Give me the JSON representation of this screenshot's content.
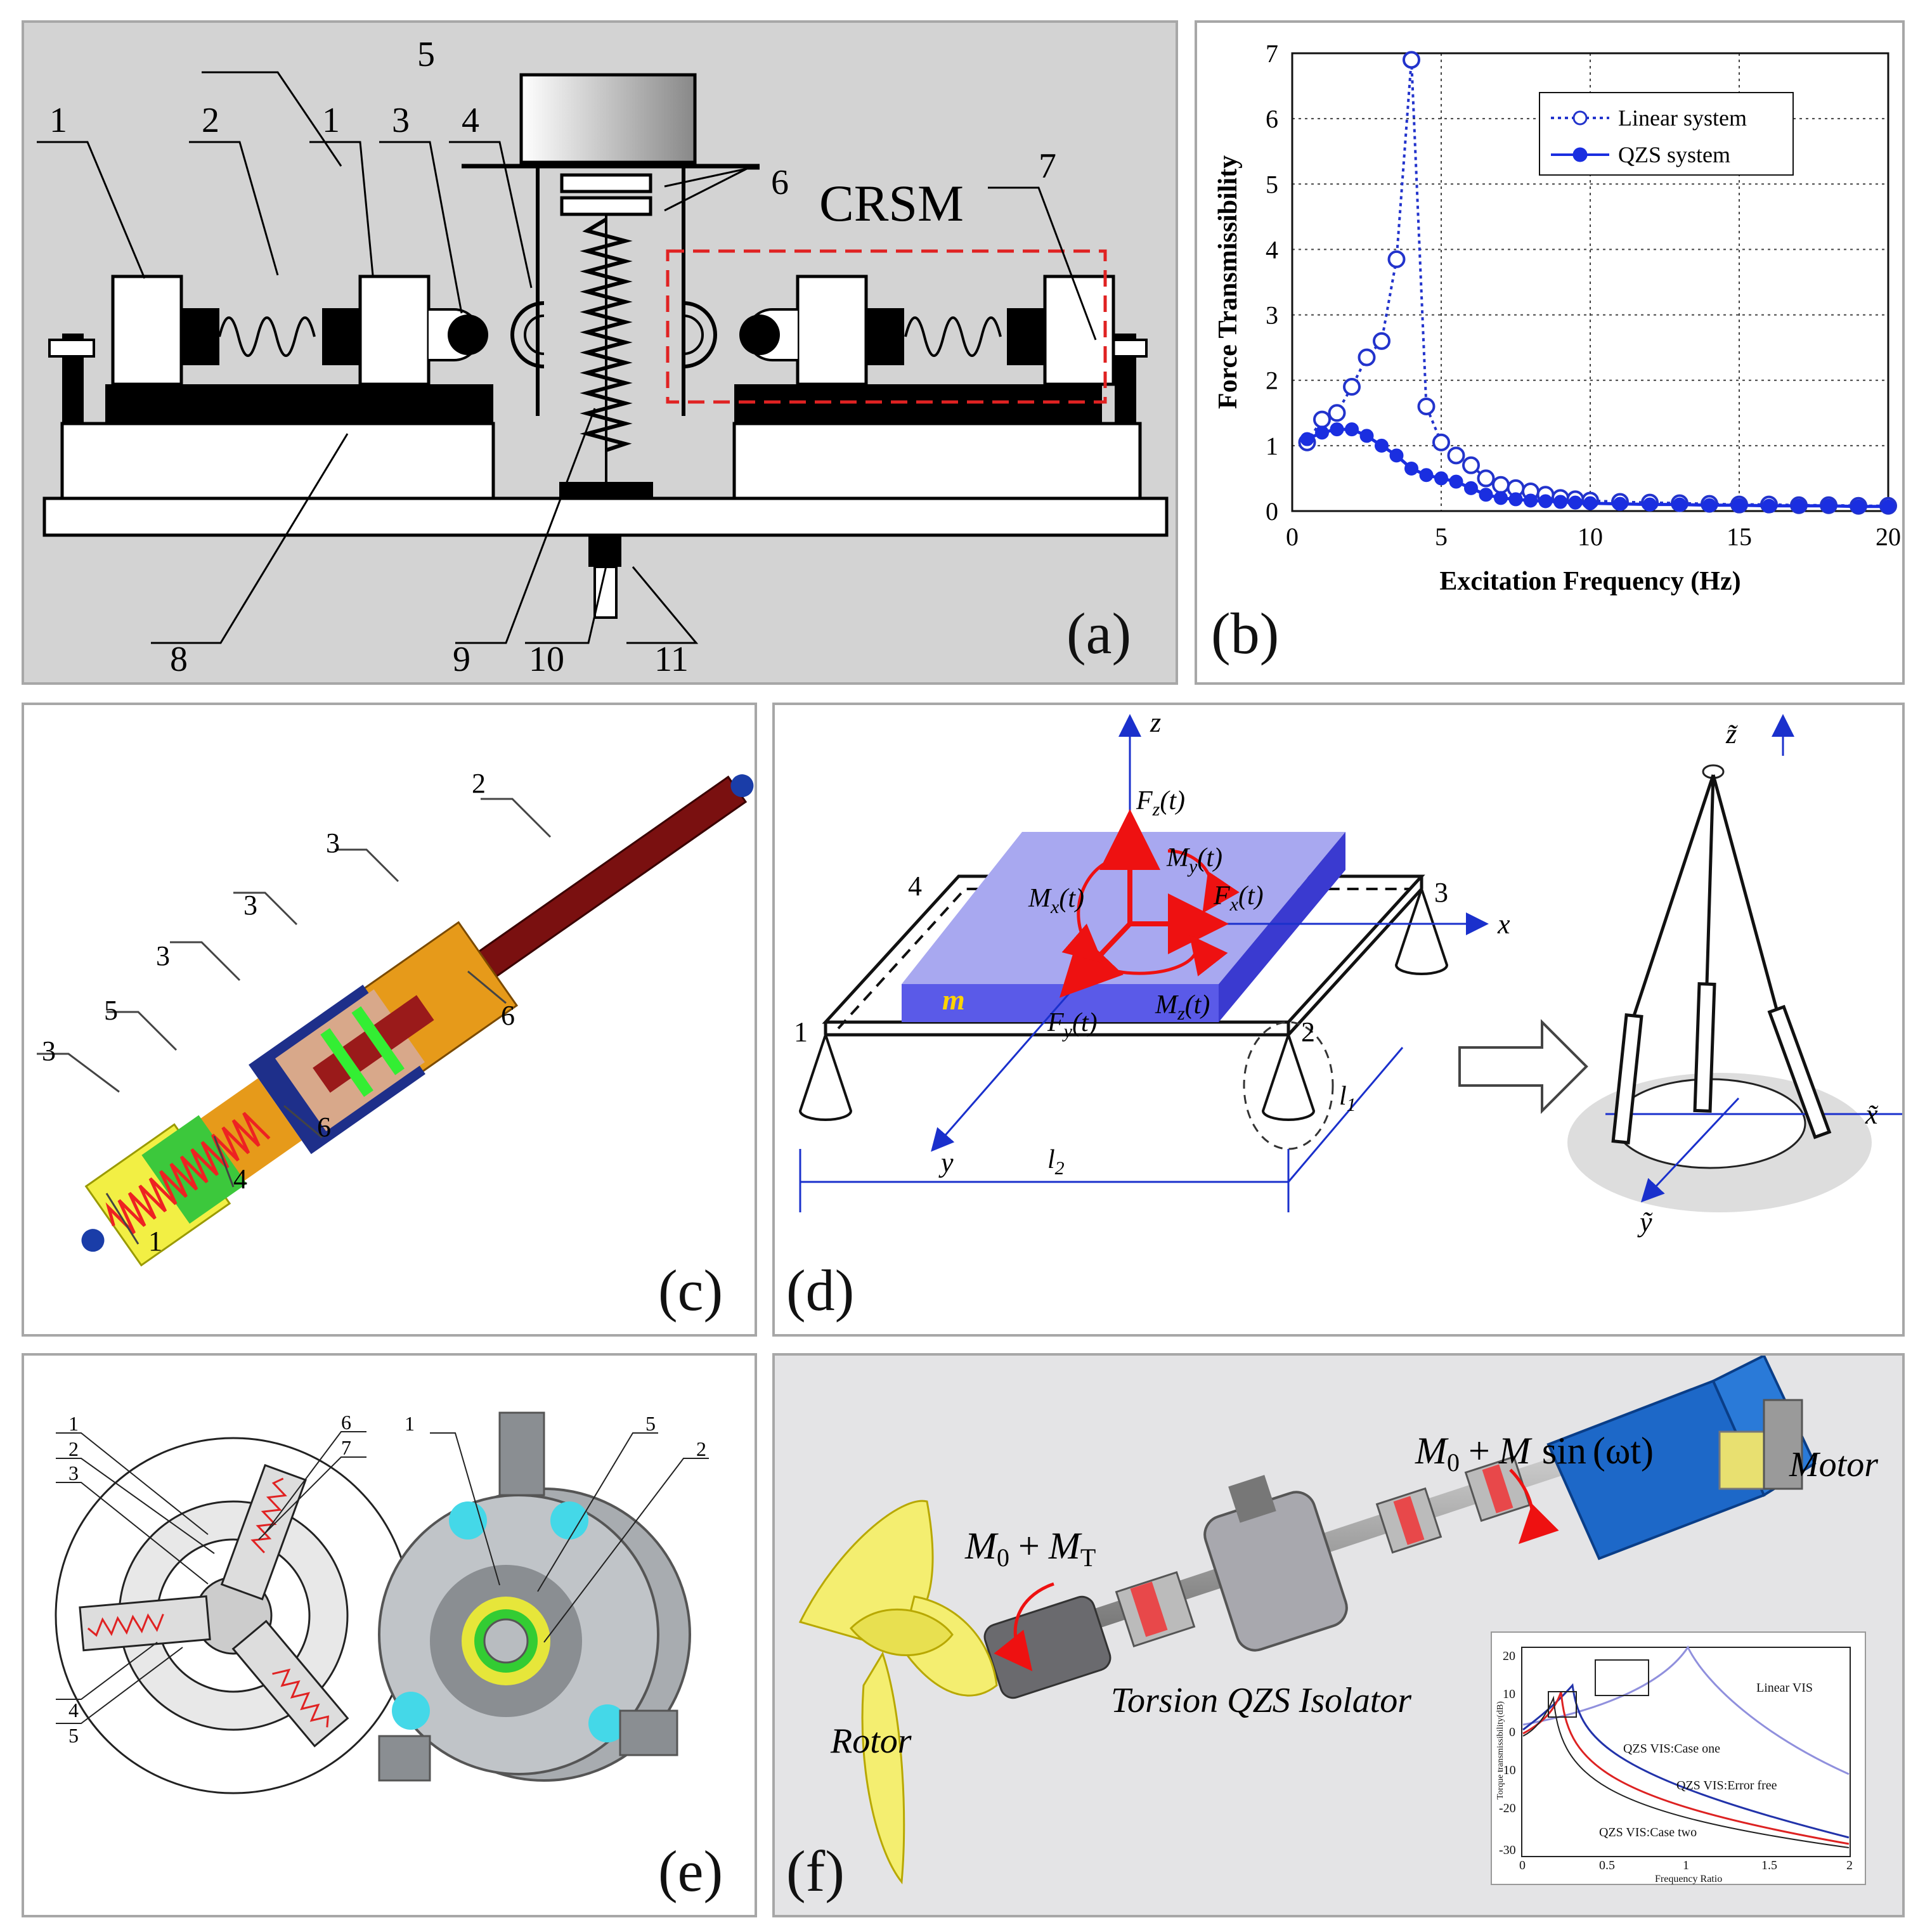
{
  "panels": {
    "a": {
      "label": "(a)",
      "callouts": [
        "1",
        "2",
        "1",
        "3",
        "4",
        "5",
        "6",
        "7",
        "8",
        "9",
        "10",
        "11"
      ],
      "crsm": "CRSM"
    },
    "b": {
      "label": "(b)",
      "chart_data": {
        "type": "line",
        "xlabel": "Excitation Frequency (Hz)",
        "ylabel": "Force Transmissibility",
        "xlim": [
          0,
          20
        ],
        "ylim": [
          0,
          7
        ],
        "xticks": [
          "0",
          "5",
          "10",
          "15",
          "20"
        ],
        "yticks": [
          "0",
          "1",
          "2",
          "3",
          "4",
          "5",
          "6",
          "7"
        ],
        "grid": true,
        "legend_position": "top-right",
        "series": [
          {
            "name": "Linear system",
            "color": "#2233cc",
            "x": [
              0.5,
              1,
              1.5,
              2,
              2.5,
              3,
              3.5,
              4,
              4.5,
              5,
              5.5,
              6,
              6.5,
              7,
              7.5,
              8,
              8.5,
              9,
              9.5,
              10,
              11,
              12,
              13,
              14,
              15,
              16,
              17,
              18,
              19,
              20
            ],
            "y": [
              1.05,
              1.4,
              1.5,
              1.9,
              2.35,
              2.6,
              3.85,
              6.9,
              1.6,
              1.05,
              0.85,
              0.7,
              0.5,
              0.4,
              0.35,
              0.3,
              0.25,
              0.2,
              0.18,
              0.16,
              0.14,
              0.13,
              0.12,
              0.11,
              0.1,
              0.1,
              0.09,
              0.09,
              0.08,
              0.08
            ]
          },
          {
            "name": "QZS system",
            "color": "#1a2ee0",
            "x": [
              0.5,
              1,
              1.5,
              2,
              2.5,
              3,
              3.5,
              4,
              4.5,
              5,
              5.5,
              6,
              6.5,
              7,
              7.5,
              8,
              8.5,
              9,
              9.5,
              10,
              11,
              12,
              13,
              14,
              15,
              16,
              17,
              18,
              19,
              20
            ],
            "y": [
              1.1,
              1.2,
              1.25,
              1.25,
              1.15,
              1.0,
              0.85,
              0.65,
              0.55,
              0.5,
              0.45,
              0.35,
              0.25,
              0.2,
              0.18,
              0.16,
              0.15,
              0.14,
              0.13,
              0.12,
              0.11,
              0.1,
              0.1,
              0.09,
              0.09,
              0.08,
              0.08,
              0.08,
              0.07,
              0.07
            ]
          }
        ]
      }
    },
    "c": {
      "label": "(c)",
      "callouts": [
        "2",
        "3",
        "3",
        "3",
        "3",
        "5",
        "6",
        "6",
        "4",
        "1"
      ]
    },
    "d": {
      "label": "(d)",
      "forces": [
        "F",
        "(t)",
        "M",
        "(t)",
        "M",
        "(t)",
        "F",
        "(t)",
        "M",
        "(t)",
        "F",
        "(t)"
      ],
      "force_subs": [
        "z",
        "y",
        "x",
        "x",
        "z",
        "y"
      ],
      "mass": "m",
      "axes": [
        "z",
        "x",
        "y"
      ],
      "corners": [
        "1",
        "2",
        "3",
        "4"
      ],
      "dims": [
        "l",
        "l"
      ],
      "dim_subs": [
        "1",
        "2"
      ],
      "tilde_axes": [
        "z̃",
        "x̃",
        "ỹ"
      ]
    },
    "e": {
      "label": "(e)",
      "callouts_left": [
        "1",
        "2",
        "3",
        "4",
        "5",
        "6",
        "7"
      ],
      "callouts_right": [
        "1",
        "5",
        "2"
      ]
    },
    "f": {
      "label": "(f)",
      "motor": "Motor",
      "rotor": "Rotor",
      "isolator": "Torsion QZS Isolator",
      "m0": "M",
      "sub0": "0",
      "mt": "M",
      "subT": "T",
      "plus": "+",
      "sin": "sin",
      "omega_t": "(ωt)",
      "inset": {
        "ylabel": "Torque transmissibility(dB)",
        "xlabel": "Frequency Ratio",
        "yticks": [
          "20",
          "10",
          "0",
          "-10",
          "-20",
          "-30"
        ],
        "xticks": [
          "0",
          "0.5",
          "1",
          "1.5",
          "2"
        ],
        "legend": [
          "Linear VIS",
          "QZS VIS:Case one",
          "QZS VIS:Error free",
          "QZS VIS:Case two"
        ]
      }
    }
  }
}
